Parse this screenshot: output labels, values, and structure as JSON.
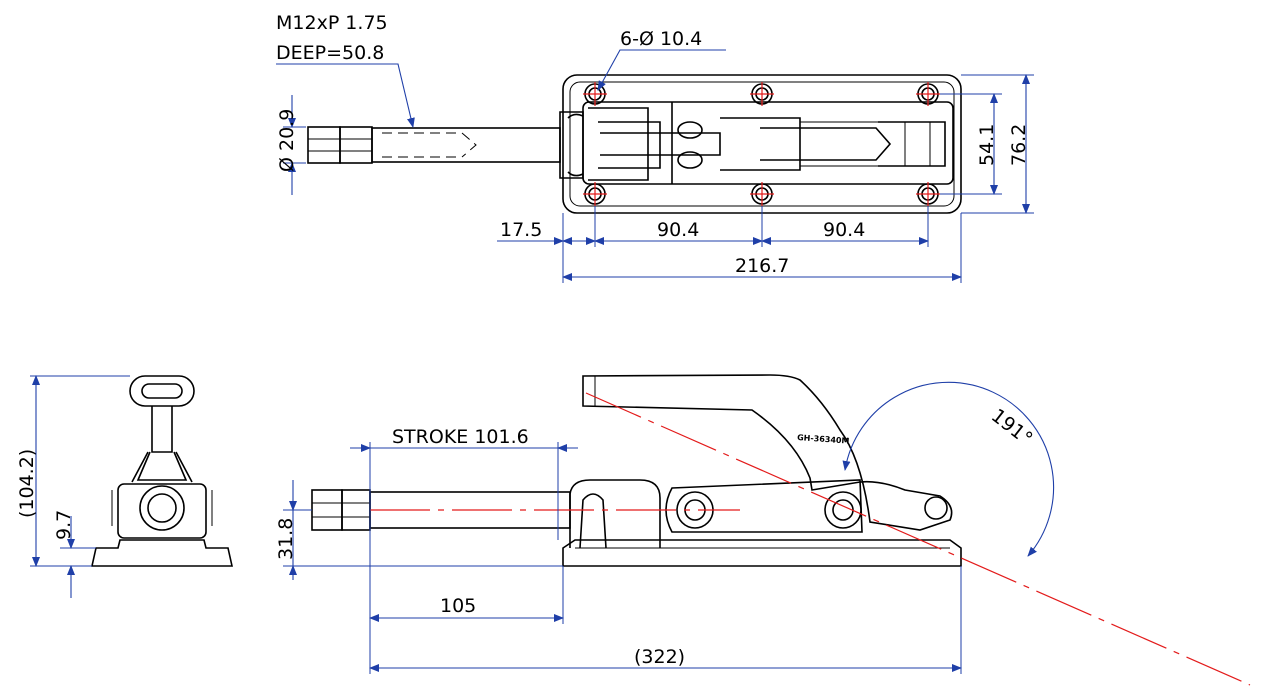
{
  "thread_spec": "M12xP 1.75",
  "thread_depth": "DEEP=50.8",
  "holes": "6-Ø 10.4",
  "rod_diameter": "Ø 20.9",
  "base_width": "76.2",
  "hole_spacing_y": "54.1",
  "dim_17_5": "17.5",
  "dim_90_4_a": "90.4",
  "dim_90_4_b": "90.4",
  "plate_length": "216.7",
  "stroke": "STROKE 101.6",
  "angle": "191°",
  "model": "GH-36340M",
  "dim_105": "105",
  "overall_length": "(322)",
  "height_31_8": "31.8",
  "front_height": "(104.2)",
  "front_9_7": "9.7",
  "colors": {
    "part": "#000000",
    "dimension": "#1f3fa8",
    "centerline": "#e31b1b"
  }
}
